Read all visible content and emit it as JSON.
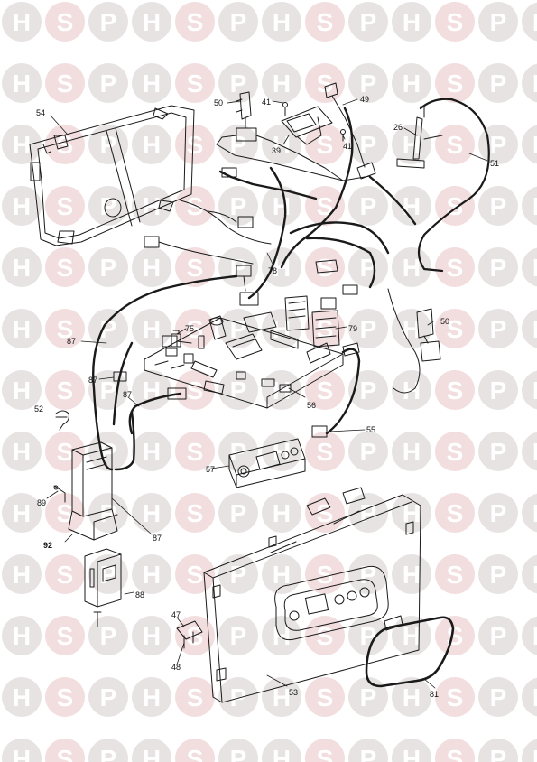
{
  "watermark": {
    "letters": [
      "H",
      "S",
      "P"
    ],
    "circle_color": "#e7e3e3",
    "accent_circle_color": "#f2dede",
    "letter_color": "#ffffff"
  },
  "colors": {
    "line": "#1a1a1a",
    "label": "#111111"
  },
  "parts": {
    "p54": "54",
    "p50a": "50",
    "p41a": "41",
    "p49": "49",
    "p39": "39",
    "p41b": "41",
    "p26": "26",
    "p51": "51",
    "p78": "78",
    "p50b": "50",
    "p75": "75",
    "p79": "79",
    "p87a": "87",
    "p87b": "87",
    "p87c": "87",
    "p52": "52",
    "p56": "56",
    "p55": "55",
    "p57": "57",
    "p89": "89",
    "p87d": "87",
    "p92": "92",
    "p88": "88",
    "p47": "47",
    "p48": "48",
    "p53": "53",
    "p81": "81"
  }
}
